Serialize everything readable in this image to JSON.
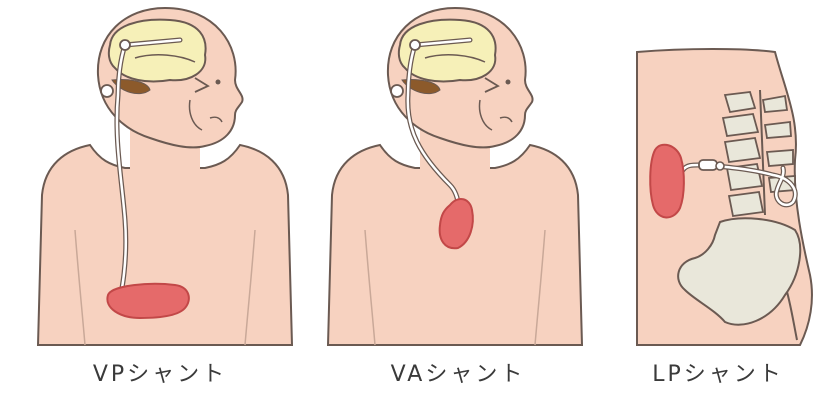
{
  "labels": {
    "vp": "VPシャント",
    "va": "VAシャント",
    "lp": "LPシャント"
  },
  "colors": {
    "skin": "#f7d2c0",
    "skin_shade": "#efbfa9",
    "outline": "#6b5a52",
    "brain": "#f6f0b8",
    "cerebellum": "#8c5a2b",
    "organ": "#e56a6a",
    "organ_outline": "#c24848",
    "bone": "#e9e7da",
    "tube": "#ffffff"
  }
}
